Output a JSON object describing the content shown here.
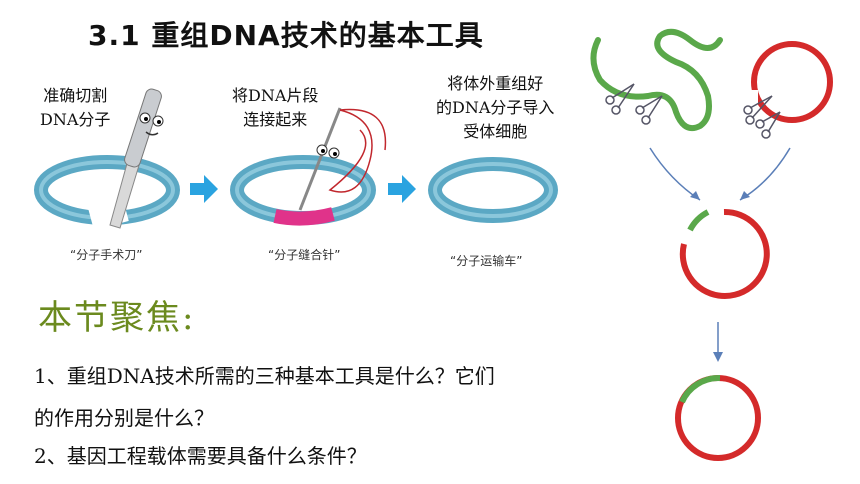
{
  "title": "3.1 重组DNA技术的基本工具",
  "steps": [
    {
      "caption_line1": "准确切割",
      "caption_line2": "DNA分子",
      "nickname": "“分子手术刀”"
    },
    {
      "caption_line1": "将DNA片段",
      "caption_line2": "连接起来",
      "nickname": "“分子缝合针”"
    },
    {
      "caption_line1": "将体外重组好",
      "caption_line2": "的DNA分子导入",
      "caption_line3": "受体细胞",
      "nickname": "“分子运输车”"
    }
  ],
  "focus_heading": "本节聚焦:",
  "questions": {
    "q1_line1": "1、重组DNA技术所需的三种基本工具是什么？它们",
    "q1_line2": "的作用分别是什么？",
    "q2": "2、基因工程载体需要具备什么条件？"
  },
  "colors": {
    "ring_blue": "#5ba8c4",
    "arrow_blue": "#2aa3e0",
    "dna_green": "#5aa84a",
    "plasmid_red": "#d42a2a",
    "focus_olive": "#6b8a1e"
  }
}
